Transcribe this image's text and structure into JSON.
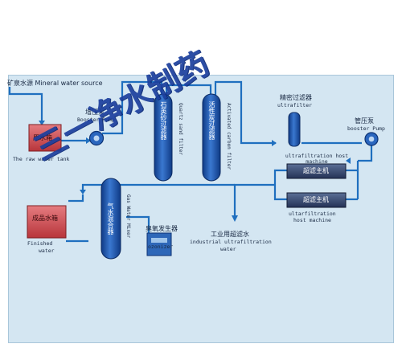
{
  "labels": {
    "source": "矿泉水源 Mineral water source",
    "booster_zh": "增压泵",
    "booster_en": "Booster Pump",
    "raw_tank_zh": "原水箱",
    "raw_tank_en": "The raw water tank",
    "quartz_zh": "石英砂过滤器",
    "quartz_en": "Quartz sand filter",
    "carbon_zh": "活性炭过滤器",
    "carbon_en": "Activated carbon filter",
    "precision_zh": "精密过滤器",
    "precision_en": "ultrafilter",
    "booster2_zh": "管压泵",
    "booster2_en": "booster Pump",
    "host1": "超滤主机",
    "host2": "超滤主机",
    "host_top_en": "ultrafiltration host machine",
    "host_bottom_en1": "ultarfiltration",
    "host_bottom_en2": "host machine",
    "mixer_zh": "气水混合器",
    "mixer_en": "Gas Water Mixer",
    "ozone_zh": "臭氧发生器",
    "ozone_en": "ozonizer",
    "product_zh": "成品水箱",
    "product_en1": "Finished",
    "product_en2": "water",
    "output_zh": "工业用超滤水",
    "output_en1": "industrial ultrafiltration",
    "output_en2": "water"
  },
  "watermark": "三一净水制药",
  "colors": {
    "panel": "#d4e6f2",
    "pipe": "#1f6fbf",
    "vessel": "#1a4fa3",
    "tank": "#c9464b",
    "host": "#2e3f63"
  }
}
